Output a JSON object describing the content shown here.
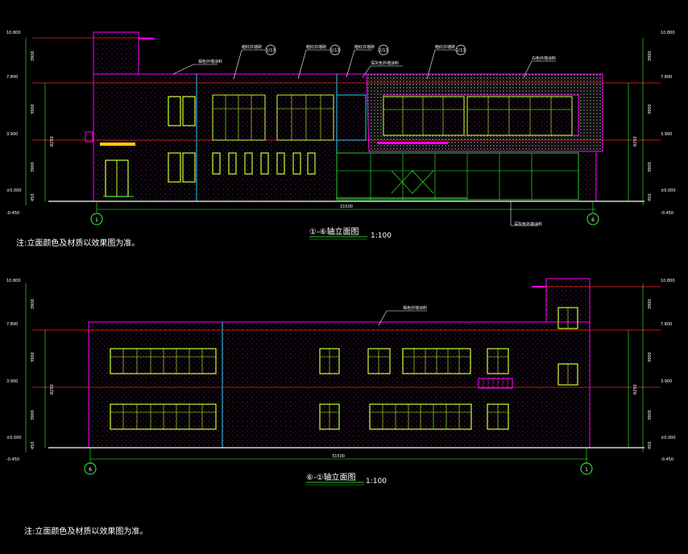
{
  "colors": {
    "background": "#000000",
    "facade": "#ff00ff",
    "window": "#ccff33",
    "accent_line": "#33ccff",
    "level_line": "#ff2222",
    "ground": "#33ff33",
    "text": "#ffffff"
  },
  "elevation_top": {
    "axis_start": "1",
    "axis_end": "6",
    "title": "①-⑥轴立面图",
    "scale": "1:100",
    "total_dim": "31500",
    "note": "注:立面颜色及材质以效果图为准。",
    "levels": [
      "10.800",
      "7.800",
      "3.900",
      "±0.000",
      "-0.450"
    ],
    "level_dims": [
      "3900",
      "3900",
      "3900",
      "450"
    ],
    "total_height": "8250",
    "callouts": [
      "褐色外墙涂料",
      "暗红外墙砖",
      "暗红外墙砖",
      "暗红外墙砖",
      "暗红外墙砖",
      "白色外墙涂料",
      "深灰色外墙涂料",
      "深灰色外墙涂料"
    ],
    "callout_tags": [
      "1/13",
      "1/13",
      "2/13",
      "1/13"
    ]
  },
  "elevation_bottom": {
    "axis_start": "6",
    "axis_end": "1",
    "title": "⑥-①轴立面图",
    "scale": "1:100",
    "total_dim": "31500",
    "note": "注:立面颜色及材质以效果图为准。",
    "levels": [
      "10.800",
      "7.800",
      "3.900",
      "±0.000",
      "-0.450"
    ],
    "level_dims": [
      "3900",
      "3900",
      "3900",
      "450"
    ],
    "total_height": "8250",
    "callouts": [
      "褐色外墙涂料"
    ]
  }
}
